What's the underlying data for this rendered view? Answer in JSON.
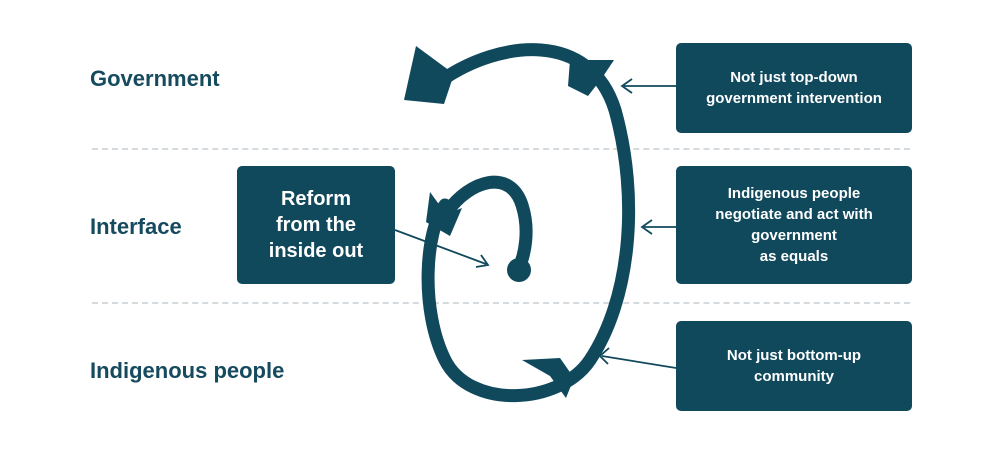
{
  "rows": {
    "government": "Government",
    "interface": "Interface",
    "indigenous": "Indigenous people"
  },
  "center_box": {
    "line1": "Reform",
    "line2": "from the",
    "line3": "inside out"
  },
  "right_boxes": {
    "top": {
      "line1": "Not just top-down",
      "line2": "government intervention"
    },
    "middle": {
      "line1": "Indigenous people",
      "line2": "negotiate and act with",
      "line3": "government",
      "line4": "as equals"
    },
    "bottom": {
      "line1": "Not just bottom-up",
      "line2": "community"
    }
  },
  "colors": {
    "primary": "#11495c",
    "text": "#164a5e",
    "divider": "#d4dadd"
  }
}
